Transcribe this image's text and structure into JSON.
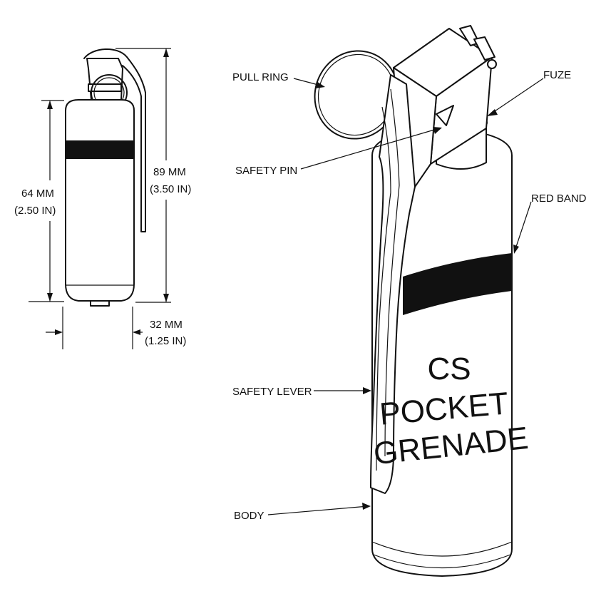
{
  "labels": {
    "pull_ring": "PULL RING",
    "fuze": "FUZE",
    "safety_pin": "SAFETY PIN",
    "red_band": "RED BAND",
    "safety_lever": "SAFETY LEVER",
    "body": "BODY"
  },
  "dimensions": {
    "height_mm": "64 MM",
    "height_in": "(2.50 IN)",
    "total_mm": "89 MM",
    "total_in": "(3.50 IN)",
    "diameter_mm": "32 MM",
    "diameter_in": "(1.25 IN)"
  },
  "body_text": {
    "line1": "CS",
    "line2": "POCKET",
    "line3": "GRENADE"
  },
  "colors": {
    "ink": "#111111",
    "background": "#ffffff"
  }
}
